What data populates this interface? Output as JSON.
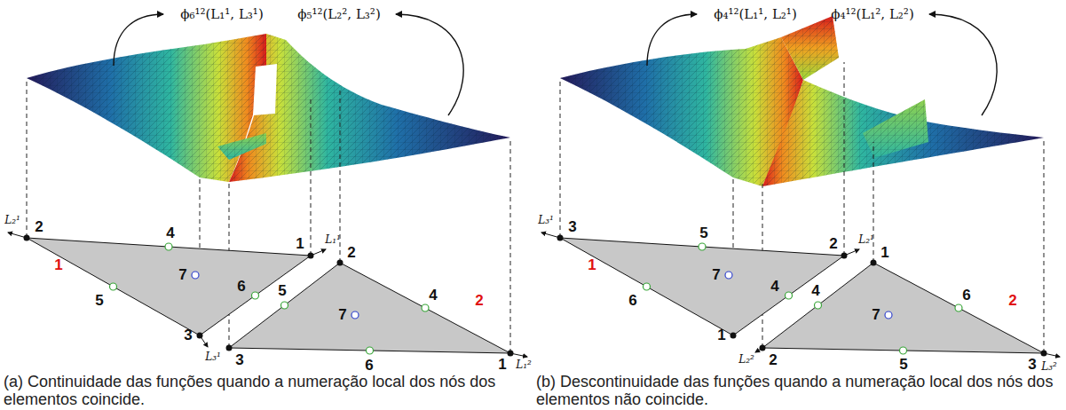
{
  "diagram": {
    "labels": [
      "ϕ₆¹²(L₁¹, L₃¹)",
      "ϕ₅¹²(L₂², L₃²)",
      "L₂¹",
      "L₁¹",
      "L₃¹",
      "L₁²",
      "2",
      "1",
      "3",
      "4",
      "5",
      "6",
      "7",
      "1",
      "2",
      "3",
      "1",
      "5",
      "4",
      "6",
      "7",
      "2",
      "ϕ₄¹²(L₁¹, L₂¹)",
      "ϕ₄¹²(L₁², L₂²)",
      "L₃¹",
      "L₂¹",
      "L₂²",
      "L₃²",
      "3",
      "2",
      "1",
      "5",
      "6",
      "4",
      "7",
      "1",
      "1",
      "2",
      "3",
      "4",
      "6",
      "5",
      "7",
      "2",
      "(a) Continuidade das funções quando a numeração local dos nós dos elementos coincide.",
      "(b) Descontinuidade das funções quando a numeração local dos nós dos elementos não coincide."
    ]
  }
}
